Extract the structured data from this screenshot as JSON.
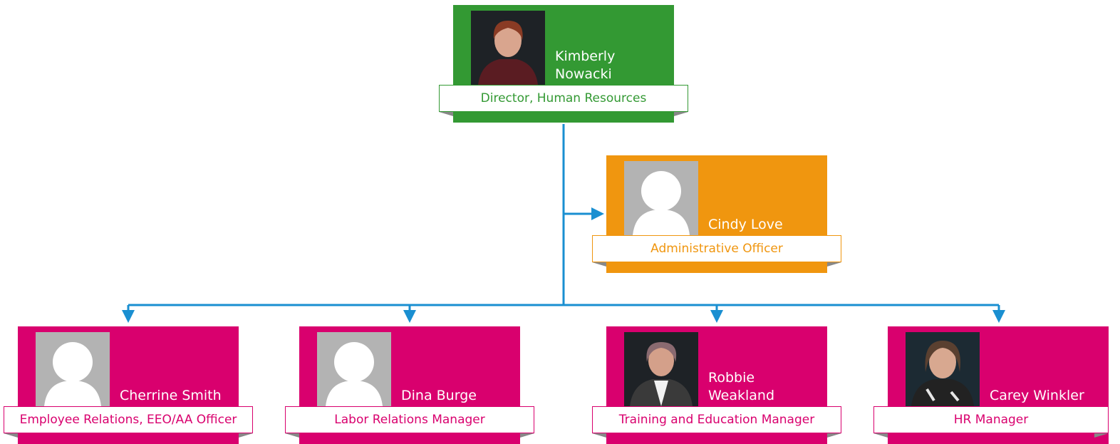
{
  "colors": {
    "connector": "#1a8fd1",
    "director": "#339933",
    "admin": "#f0960f",
    "staff": "#d9006e",
    "placeholder_bg": "#b3b3b3"
  },
  "director": {
    "name": "Kimberly Nowacki",
    "title": "Director, Human Resources",
    "photo": "photo"
  },
  "admin": {
    "name": "Cindy Love",
    "title": "Administrative Officer",
    "photo": "placeholder"
  },
  "reports": [
    {
      "name": "Cherrine Smith",
      "title": "Employee Relations, EEO/AA Officer",
      "photo": "placeholder"
    },
    {
      "name": "Dina Burge",
      "title": "Labor Relations Manager",
      "photo": "placeholder"
    },
    {
      "name": "Robbie Weakland",
      "title": "Training and Education Manager",
      "photo": "photo"
    },
    {
      "name": "Carey Winkler",
      "title": "HR Manager",
      "photo": "photo"
    }
  ]
}
